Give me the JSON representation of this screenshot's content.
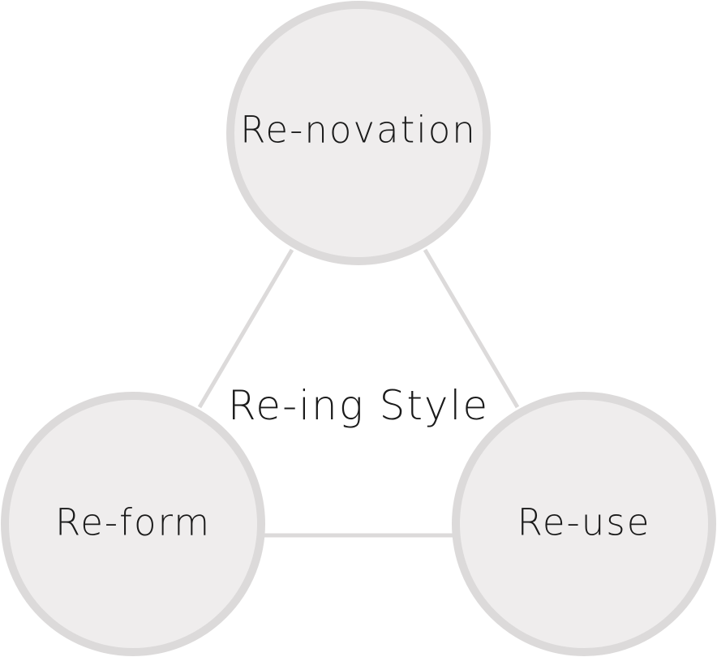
{
  "diagram": {
    "center_label": "Re-ing Style",
    "nodes": {
      "top": {
        "label": "Re-novation"
      },
      "left": {
        "label": "Re-form"
      },
      "right": {
        "label": "Re-use"
      }
    },
    "colors": {
      "node_fill": "#efeded",
      "node_border": "#dcdada",
      "connector": "#dcdada",
      "text": "#1a1a1a"
    }
  }
}
